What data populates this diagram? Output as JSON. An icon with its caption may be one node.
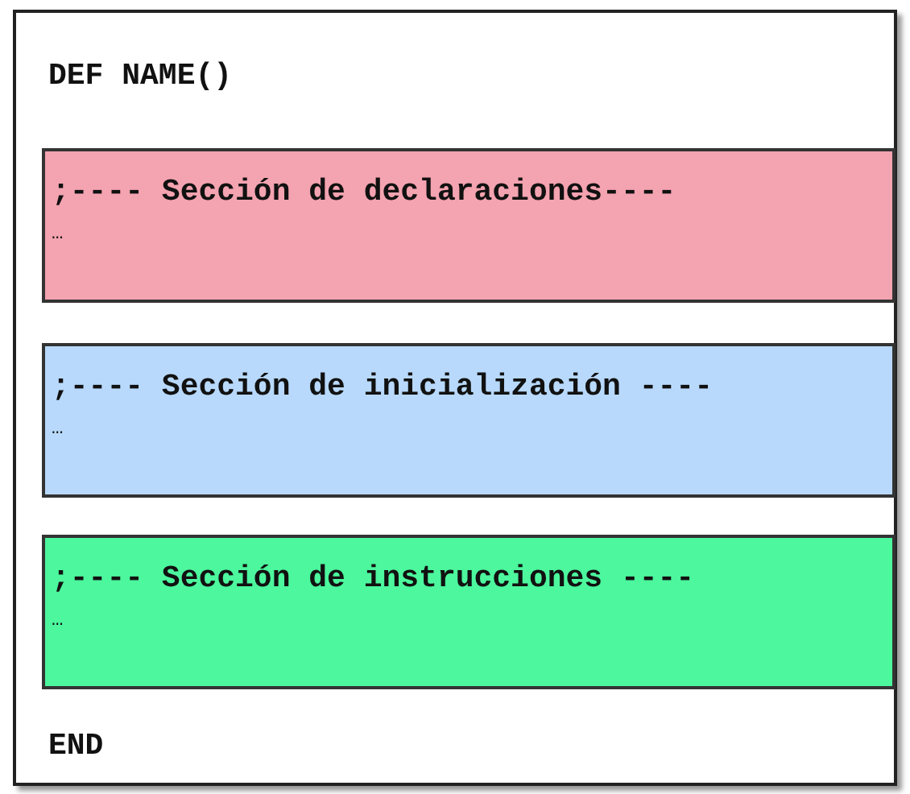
{
  "diagram": {
    "nodes": [
      {
        "text": [
          "DEF NAME()",
          "END"
        ]
      },
      {
        "text": [
          ";---- Sección de declaraciones----",
          "…"
        ],
        "in": 0
      },
      {
        "text": [
          ";---- Sección de inicialización ----",
          "…"
        ],
        "in": 0
      },
      {
        "text": [
          ";---- Sección de instrucciones ----",
          "…"
        ],
        "in": 0
      }
    ],
    "edges": []
  }
}
